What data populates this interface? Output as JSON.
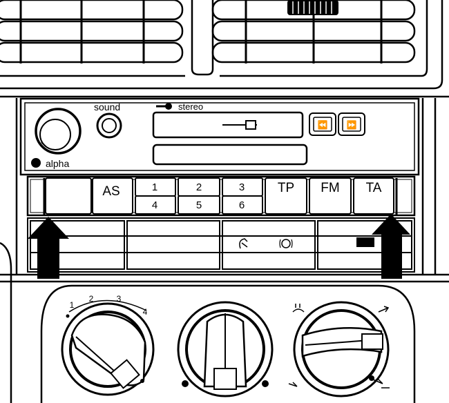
{
  "radio": {
    "knob_sound_label": "sound",
    "knob_alpha_label": "alpha",
    "stereo_label": "stereo",
    "rewind_glyph": "⏪",
    "forward_glyph": "⏩"
  },
  "buttons": {
    "as": "AS",
    "preset_1": "1",
    "preset_2": "2",
    "preset_3": "3",
    "preset_4": "4",
    "preset_5": "5",
    "preset_6": "6",
    "tp": "TP",
    "fm": "FM",
    "ta": "TA"
  },
  "fan_scale": {
    "s1": "1",
    "s2": "2",
    "s3": "3",
    "s4": "4"
  },
  "icons": [
    "rewind-icon",
    "fast-forward-icon",
    "stereo-indicator-icon",
    "recirculation-icon",
    "abs-icon",
    "rear-defrost-icon",
    "windshield-defrost-icon",
    "footwell-icon",
    "up-arrow-icon"
  ]
}
